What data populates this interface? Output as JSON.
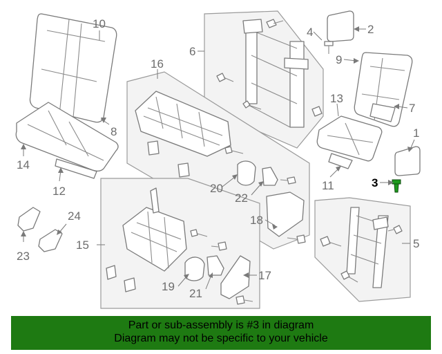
{
  "diagram": {
    "callouts": {
      "c1": "1",
      "c2": "2",
      "c3": "3",
      "c4": "4",
      "c5": "5",
      "c6": "6",
      "c7": "7",
      "c8": "8",
      "c9": "9",
      "c10": "10",
      "c11": "11",
      "c12": "12",
      "c13": "13",
      "c14": "14",
      "c15": "15",
      "c16": "16",
      "c17": "17",
      "c18": "18",
      "c19": "19",
      "c20": "20",
      "c21": "21",
      "c22": "22",
      "c23": "23",
      "c24": "24"
    },
    "highlighted_part": "3",
    "colors": {
      "highlight_part": "#1e9a1e",
      "banner_bg": "#1e7a12",
      "line_gray": "#7a7a7a"
    }
  },
  "banner": {
    "line1": "Part or sub-assembly is #3 in diagram",
    "line2": "Diagram may not be specific to your vehicle"
  }
}
